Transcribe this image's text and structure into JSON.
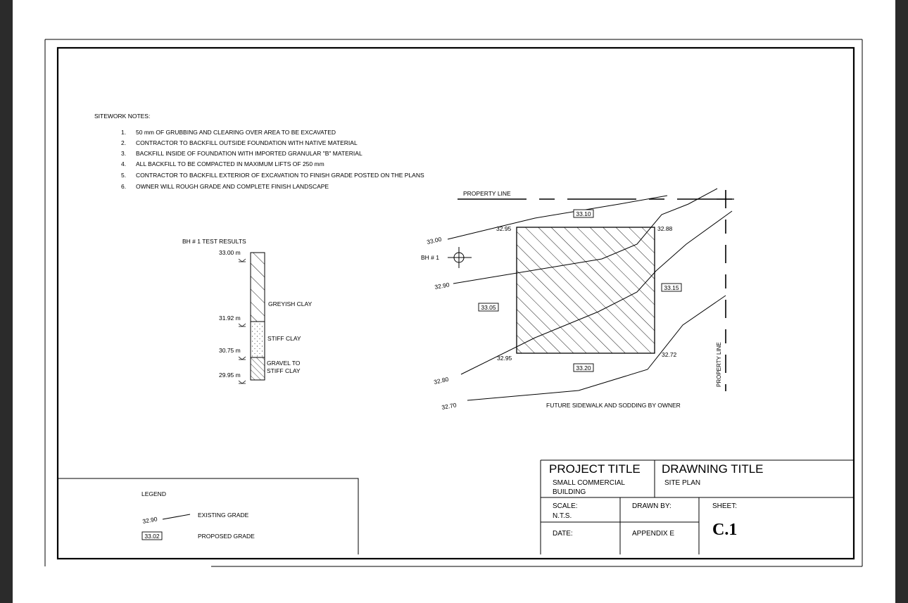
{
  "sitework": {
    "heading": "SITEWORK NOTES:",
    "notes": [
      {
        "num": "1.",
        "text": "50 mm OF GRUBBING AND CLEARING OVER AREA TO BE EXCAVATED"
      },
      {
        "num": "2.",
        "text": "CONTRACTOR TO BACKFILL OUTSIDE FOUNDATION WITH NATIVE MATERIAL"
      },
      {
        "num": "3.",
        "text": "BACKFILL INSIDE OF FOUNDATION WITH IMPORTED GRANULAR \"B\" MATERIAL"
      },
      {
        "num": "4.",
        "text": "ALL BACKFILL TO BE COMPACTED IN MAXIMUM LIFTS OF 250 mm"
      },
      {
        "num": "5.",
        "text": "CONTRACTOR TO BACKFILL EXTERIOR OF EXCAVATION TO FINISH GRADE POSTED ON THE PLANS"
      },
      {
        "num": "6.",
        "text": "OWNER WILL ROUGH GRADE AND COMPLETE FINISH LANDSCAPE"
      }
    ]
  },
  "borehole": {
    "title": "BH # 1 TEST RESULTS",
    "levels": [
      "33.00 m",
      "31.92 m",
      "30.75 m",
      "29.95 m"
    ],
    "layers": [
      "GREYISH CLAY",
      "STIFF CLAY",
      "GRAVEL TO",
      "STIFF CLAY"
    ]
  },
  "site": {
    "property_line": "PROPERTY LINE",
    "bh_label": "BH # 1",
    "existing_grades": [
      "33.00",
      "32.90",
      "32.80",
      "32.70"
    ],
    "corner_grades": {
      "tl": "32.95",
      "tr": "32.88",
      "bl": "32.95",
      "br": "32.72"
    },
    "proposed_grades": {
      "top": "33.10",
      "left": "33.05",
      "right": "33.15",
      "bottom": "33.20"
    },
    "sidewalk_note": "FUTURE SIDEWALK AND SODDING BY OWNER"
  },
  "legend": {
    "title": "LEGEND",
    "existing_value": "32.90",
    "existing_label": "EXISTING GRADE",
    "proposed_value": "33.02",
    "proposed_label": "PROPOSED GRADE"
  },
  "title_block": {
    "project_title_label": "PROJECT TITLE",
    "project_name_line1": "SMALL COMMERCIAL",
    "project_name_line2": "BUILDING",
    "drawing_title_label": "DRAWNING TITLE",
    "drawing_name": "SITE PLAN",
    "scale_label": "SCALE:",
    "scale_value": "N.T.S.",
    "drawn_by_label": "DRAWN BY:",
    "sheet_label": "SHEET:",
    "date_label": "DATE:",
    "appendix": "APPENDIX E",
    "sheet_number": "C.1"
  }
}
